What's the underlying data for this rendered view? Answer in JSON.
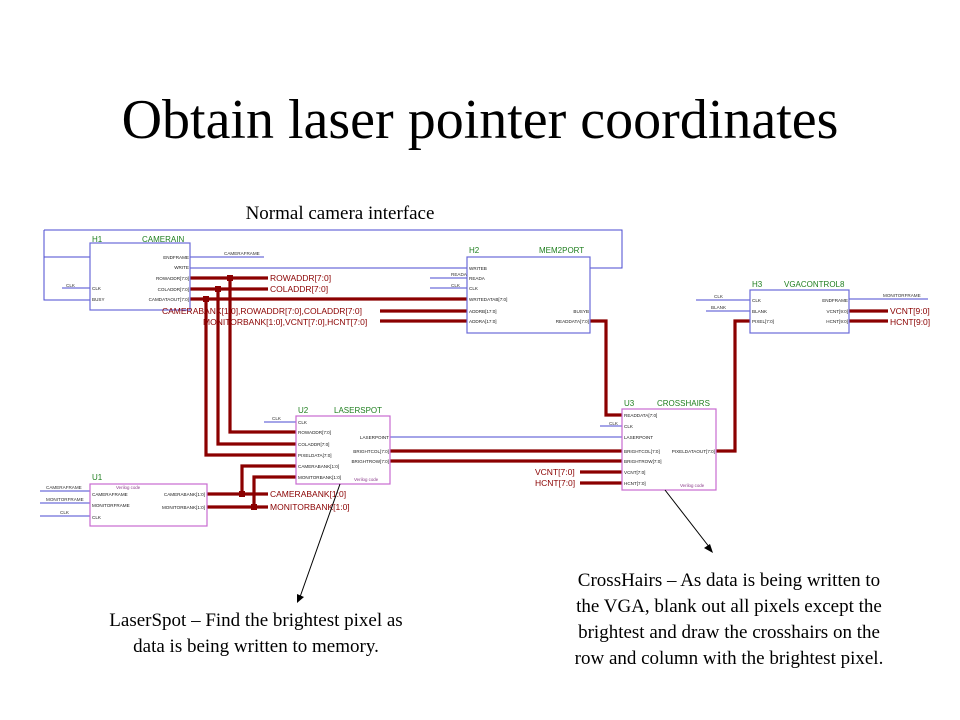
{
  "slide": {
    "title": "Obtain laser pointer coordinates"
  },
  "captions": {
    "camera": "Normal camera interface",
    "laserspot_line1": "LaserSpot – Find the brightest pixel as",
    "laserspot_line2": "data is being written to memory.",
    "crosshairs_line1": "CrossHairs – As data is being written to",
    "crosshairs_line2": "the VGA, blank out all pixels except the",
    "crosshairs_line3": "brightest and draw the crosshairs on the",
    "crosshairs_line4": "row and column with the brightest pixel."
  },
  "blocks": {
    "h1": {
      "ref": "H1",
      "name": "CAMERAIN",
      "pins_right": [
        "CAMERAFRAME",
        "ENDFRAME",
        "WRITE",
        "ROWADDR[7:0]",
        "COLADDR[7:0]",
        "CAMDATAOUT[7:0]"
      ],
      "pins_left": [
        "CLK",
        "BUSY"
      ]
    },
    "h2": {
      "ref": "H2",
      "name": "MEM2PORT",
      "pins_left": [
        "WRITEB",
        "READA",
        "CLK",
        "WRITEDATAB[7:0]",
        "ADDRB[17:0]",
        "ADDRA[17:0]"
      ],
      "pins_right": [
        "BUSYB",
        "READDATA[7:0]"
      ]
    },
    "h3": {
      "ref": "H3",
      "name": "VGACONTROL8",
      "pins_left": [
        "CLK",
        "BLANK",
        "PIXEL[7:0]"
      ],
      "pins_right": [
        "ENDFRAME",
        "VCNT[9:0]",
        "HCNT[9:0]"
      ]
    },
    "u1": {
      "ref": "U1",
      "tag": "Verilog code",
      "pins_left": [
        "CAMERAFRAME",
        "MONITORFRAME",
        "CLK"
      ],
      "pins_right": [
        "CAMERABANK[1:0]",
        "MONITORBANK[1:0]"
      ]
    },
    "u2": {
      "ref": "U2",
      "name": "LASERSPOT",
      "tag": "Verilog code",
      "pins_left": [
        "CLK",
        "ROWADDR[7:0]",
        "COLADDR[7:0]",
        "PIXELDATA[7:0]",
        "CAMERABANK[1:0]",
        "MONITORBANK[1:0]"
      ],
      "pins_right": [
        "LASERPOINT",
        "BRIGHTCOL[7:0]",
        "BRIGHTROW[7:0]"
      ]
    },
    "u3": {
      "ref": "U3",
      "name": "CROSSHAIRS",
      "tag": "Verilog code",
      "pins_left": [
        "READDATA[7:0]",
        "CLK",
        "LASERPOINT",
        "BRIGHTCOL[7:0]",
        "BRIGHTROW[7:0]",
        "VCNT[7:0]",
        "HCNT[7:0]"
      ],
      "pins_right": [
        "PIXELDATAOUT[7:0]"
      ]
    }
  },
  "signals": {
    "rowaddr": "ROWADDR[7:0]",
    "coladdr": "COLADDR[7:0]",
    "addr_concat1": "CAMERABANK[1:0],ROWADDR[7:0],COLADDR[7:0]",
    "addr_concat2": "MONITORBANK[1:0],VCNT[7:0],HCNT[7:0]",
    "camerabank": "CAMERABANK[1:0]",
    "monitorbank": "MONITORBANK[1:0]",
    "vcnt_in": "VCNT[7:0]",
    "hcnt_in": "HCNT[7:0]",
    "vcnt_out": "VCNT[9:0]",
    "hcnt_out": "HCNT[9:0]",
    "monitorframe": "MONITORFRAME",
    "cameraframe_in": "CAMERAFRAME",
    "monitorframe_in": "MONITORFRAME",
    "clk": "CLK",
    "blank": "BLANK",
    "reada": "READA"
  },
  "colors": {
    "bus": "#8b0000",
    "wire": "#4a4ad0",
    "block_border": "#6a6ad8",
    "verilog_border": "#c86ad0",
    "label_green": "#1f7f1f"
  }
}
